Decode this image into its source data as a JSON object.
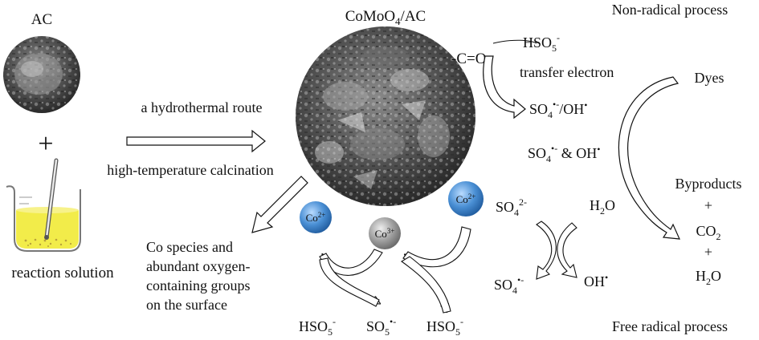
{
  "texts": {
    "ac": "AC",
    "plus": "+",
    "reaction_solution": "reaction solution",
    "hydrothermal": "a hydrothermal route",
    "calcination": "high-temperature calcination",
    "comoo4_base": "CoMoO",
    "comoo4_sub": "4",
    "comoo4_tail": "/AC",
    "co_species": [
      "Co species and",
      "abundant oxygen-",
      "containing groups",
      "on the surface"
    ],
    "carbonyl": "-C=O",
    "non_radical": "Non-radical process",
    "hso5_base": "HSO",
    "hso5_sub": "5",
    "hso5_sup": "-",
    "transfer_electron": "transfer electron",
    "so4_base": "SO",
    "so4_sub": "4",
    "so4_sup": "•-",
    "so4_2_sup": "2-",
    "slash_oh": "/OH",
    "oh_base": "OH",
    "oh_sup": "•",
    "amp": " & ",
    "dyes": "Dyes",
    "byproducts": "Byproducts",
    "co2_base": "CO",
    "co2_sub": "2",
    "h2o_base": "H",
    "h2o_sub": "2",
    "h2o_tail": "O",
    "free_radical": "Free radical process",
    "so5_base": "SO",
    "so5_sub": "5",
    "so5_sup": "•-",
    "co_base": "Co",
    "co2plus_sup": "2+",
    "co3plus_sup": "3+"
  },
  "colors": {
    "co2plus_ball": "#4a8fd4",
    "co3plus_ball": "#9e9e9e",
    "solution": "#f2ec4a",
    "text": "#111111"
  }
}
